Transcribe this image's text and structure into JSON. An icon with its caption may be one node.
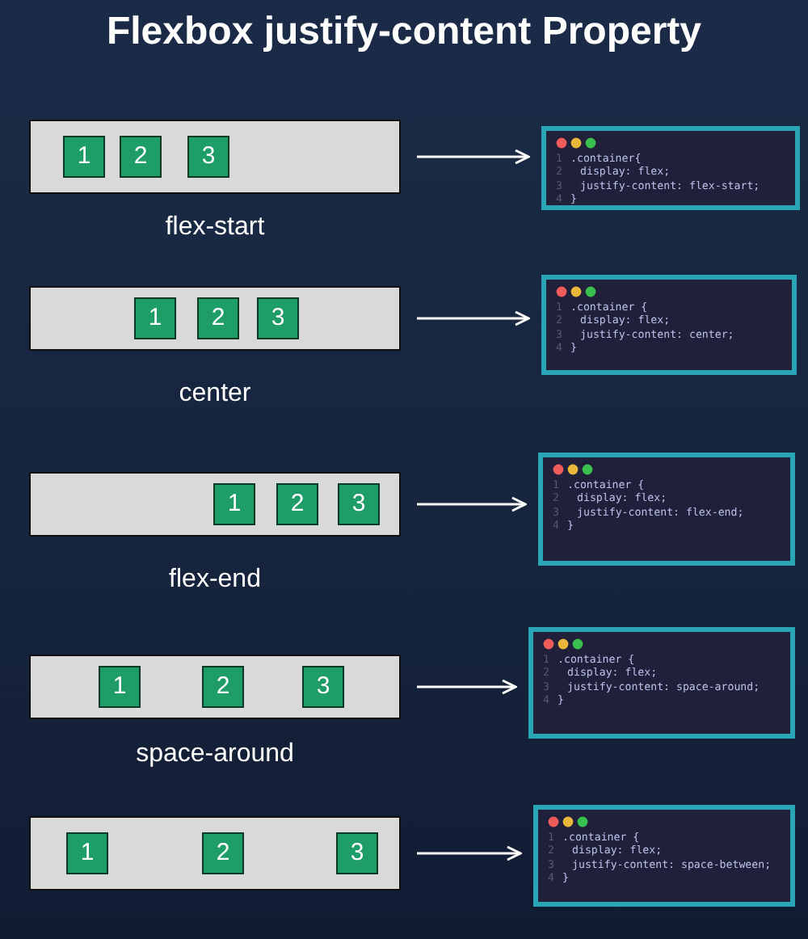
{
  "diagram": {
    "title": "Flexbox justify-content Property",
    "nodes": [
      {
        "text": [],
        "shape": "box",
        "beside": [
          "flex-start"
        ]
      },
      {
        "text": [
          "1"
        ],
        "in": 0
      },
      {
        "text": [
          "2"
        ],
        "in": 0
      },
      {
        "text": [
          "3"
        ],
        "in": 0
      },
      {
        "text": [
          "1",
          ".container{",
          "2",
          "display: flex;",
          "3",
          "justify-content: flex-start;",
          "4",
          "}"
        ]
      },
      {
        "text": [],
        "shape": "box",
        "beside": [
          "center"
        ]
      },
      {
        "text": [
          "1"
        ],
        "in": 5
      },
      {
        "text": [
          "2"
        ],
        "in": 5
      },
      {
        "text": [
          "3"
        ],
        "in": 5
      },
      {
        "text": [
          "1",
          ".container {",
          "2",
          "display: flex;",
          "3",
          "justify-content: center;",
          "4",
          "}"
        ]
      },
      {
        "text": [],
        "shape": "box",
        "beside": [
          "flex-end"
        ]
      },
      {
        "text": [
          "1"
        ],
        "in": 10
      },
      {
        "text": [
          "2"
        ],
        "in": 10
      },
      {
        "text": [
          "3"
        ],
        "in": 10
      },
      {
        "text": [
          "1",
          ".container {",
          "2",
          "display: flex;",
          "3",
          "justify-content: flex-end;",
          "4",
          "}"
        ]
      },
      {
        "text": [],
        "shape": "box",
        "beside": [
          "space-around"
        ]
      },
      {
        "text": [
          "1"
        ],
        "in": 15
      },
      {
        "text": [
          "2"
        ],
        "in": 15
      },
      {
        "text": [
          "3"
        ],
        "in": 15
      },
      {
        "text": [
          "1",
          ".container {",
          "2",
          "display: flex;",
          "3",
          "justify-content: space-around;",
          "4",
          "}"
        ]
      },
      {
        "text": [],
        "shape": "box"
      },
      {
        "text": [
          "1"
        ],
        "in": 20
      },
      {
        "text": [
          "2"
        ],
        "in": 20
      },
      {
        "text": [
          "3"
        ],
        "in": 20
      },
      {
        "text": [
          "1",
          ".container {",
          "2",
          "display: flex;",
          "3",
          "justify-content: space-between;",
          "4",
          "}"
        ]
      }
    ],
    "edges": [
      {
        "from": 0,
        "to": 4,
        "arrow": "to"
      },
      {
        "from": 5,
        "to": 9,
        "arrow": "to"
      },
      {
        "from": 10,
        "to": 14,
        "arrow": "to"
      },
      {
        "from": 15,
        "to": 19,
        "arrow": "to"
      },
      {
        "from": 20,
        "to": 24,
        "arrow": "to"
      }
    ]
  }
}
